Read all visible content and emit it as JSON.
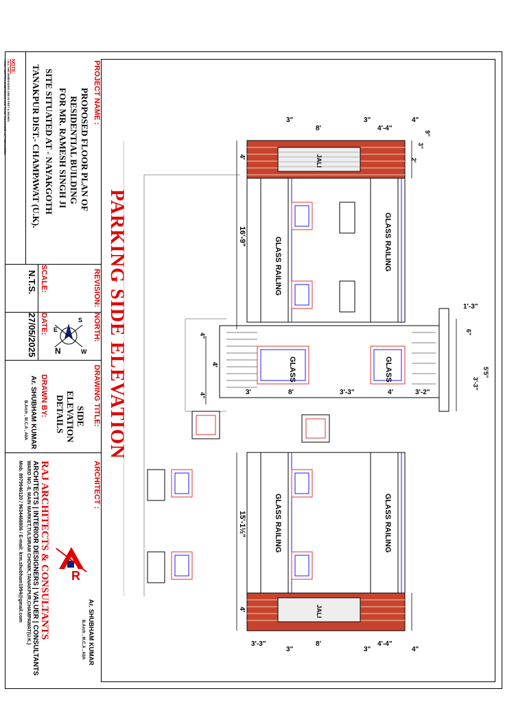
{
  "title": "PARKING SIDE ELEVATION",
  "note": {
    "heading": "NOTE:",
    "lines": [
      "• ALL THE DIMENSIONS ARE IN FEET & INCHES",
      "• ONLY WRITTEN DIMENSIONS ARE TO BE FOLLOWED NOT MEASURED."
    ]
  },
  "project": {
    "heading": "PROJECT NAME :",
    "lines": [
      "PROPOSED FLOOR PLAN OF",
      "RESIDENTIAL BUILDING",
      "FOR MR. RAMESH SINGH JI",
      "SITE SITUATED AT - NAYAKGOTH",
      "TANAKPUR DIST.- CHAMPAWAT (U.K)."
    ]
  },
  "revision": {
    "heading": "REVISION:"
  },
  "north": {
    "heading": "NORTH:",
    "letters": [
      "N",
      "E",
      "S",
      "W"
    ]
  },
  "scale": {
    "heading": "SCALE:",
    "value": "N.T.S."
  },
  "date": {
    "heading": "DATE:",
    "value": "27/05/2025"
  },
  "drawing_title": {
    "heading": "DRAWING TITLE:",
    "lines": [
      "SIDE",
      "ELEVATION",
      "DETAILS"
    ]
  },
  "drawn_by": {
    "heading": "DRAWN BY:",
    "name": "Ar. SHUBHAM KUMAR",
    "quals": "B.Arch , M.C.A , AIIA"
  },
  "architect": {
    "heading": "ARCHITECT :",
    "sign_name": "Ar. SHUBHAM KUMAR",
    "sign_quals": "B.Arch , M.C.A , AIIA",
    "firm": "RAJ ARCHITECTS & CONSULTANTS",
    "tagline": "ARCHITECTS | INTERIOR DESIGNERS | VALUER | CONSULTANTS",
    "address": "WARD NO.-8, MAIN MARKET,TULSIRAM CHOWK,TANAKPUR,CHAMPAWAT(U.K.)",
    "contact": "Mob. 8979946120 / 9634468806 / E-mail: krm.shubham1994@gmail.com",
    "logo_letter": "R"
  },
  "drawing": {
    "glass_railing": "GLASS RAILING",
    "glass": "GLASS",
    "jali": "JALI",
    "dims": {
      "d3": "3\"",
      "d8": "8'",
      "d4_4": "4'-4\"",
      "d4in": "4\"",
      "d9": "9\"",
      "d2": "2'",
      "d4ft": "4'",
      "d16_9": "16'-9\"",
      "d15_1": "15'-1½\"",
      "d1_3": "1'-3\"",
      "d3_3in": "3'-3\"",
      "d3_2": "3'-2\"",
      "d3ft": "3'",
      "d4_4b": "4'",
      "d6": "6\"",
      "d5_5": "5'5\"",
      "d3_3b": "3'-3\""
    }
  }
}
